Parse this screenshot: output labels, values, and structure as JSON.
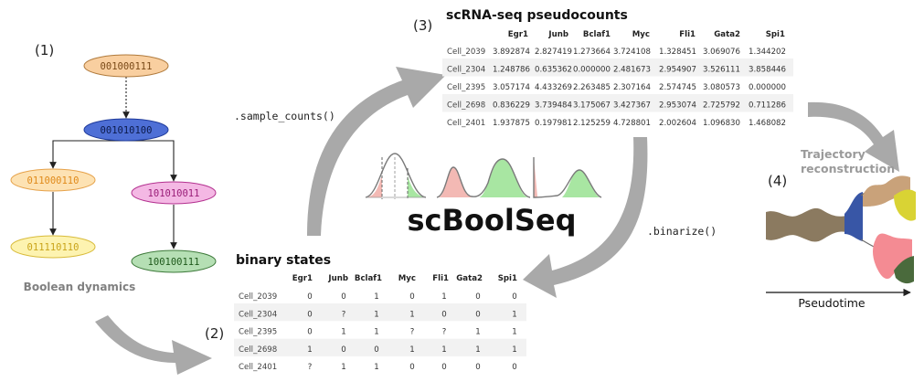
{
  "panel_labels": {
    "p1": "(1)",
    "p2": "(2)",
    "p3": "(3)",
    "p4": "(4)"
  },
  "boolean_dynamics": {
    "nodes": {
      "n0": "001000111",
      "n1": "001010100",
      "n2": "011000110",
      "n3": "101010011",
      "n4": "011110110",
      "n5": "100100111"
    },
    "caption": "Boolean dynamics"
  },
  "methods": {
    "sample_counts": ".sample_counts()",
    "binarize": ".binarize()"
  },
  "title": "scBoolSeq",
  "pseudocounts_table": {
    "title": "scRNA-seq pseudocounts",
    "columns": [
      "Egr1",
      "Junb",
      "Bclaf1",
      "Myc",
      "Fli1",
      "Gata2",
      "Spi1"
    ],
    "rows": [
      {
        "cell": "Cell_2039",
        "values": [
          "3.892874",
          "2.827419",
          "1.273664",
          "3.724108",
          "1.328451",
          "3.069076",
          "1.344202"
        ]
      },
      {
        "cell": "Cell_2304",
        "values": [
          "1.248786",
          "0.635362",
          "0.000000",
          "2.481673",
          "2.954907",
          "3.526111",
          "3.858446"
        ]
      },
      {
        "cell": "Cell_2395",
        "values": [
          "3.057174",
          "4.433269",
          "2.263485",
          "2.307164",
          "2.574745",
          "3.080573",
          "0.000000"
        ]
      },
      {
        "cell": "Cell_2698",
        "values": [
          "0.836229",
          "3.739484",
          "3.175067",
          "3.427367",
          "2.953074",
          "2.725792",
          "0.711286"
        ]
      },
      {
        "cell": "Cell_2401",
        "values": [
          "1.937875",
          "0.197981",
          "2.125259",
          "4.728801",
          "2.002604",
          "1.096830",
          "1.468082"
        ]
      }
    ]
  },
  "binary_table": {
    "title": "binary states",
    "columns": [
      "Egr1",
      "Junb",
      "Bclaf1",
      "Myc",
      "Fli1",
      "Gata2",
      "Spi1"
    ],
    "rows": [
      {
        "cell": "Cell_2039",
        "values": [
          "0",
          "0",
          "1",
          "0",
          "1",
          "0",
          "0"
        ]
      },
      {
        "cell": "Cell_2304",
        "values": [
          "0",
          "?",
          "1",
          "1",
          "0",
          "0",
          "1"
        ]
      },
      {
        "cell": "Cell_2395",
        "values": [
          "0",
          "1",
          "1",
          "?",
          "?",
          "1",
          "1"
        ]
      },
      {
        "cell": "Cell_2698",
        "values": [
          "1",
          "0",
          "0",
          "1",
          "1",
          "1",
          "1"
        ]
      },
      {
        "cell": "Cell_2401",
        "values": [
          "?",
          "1",
          "1",
          "0",
          "0",
          "0",
          "0"
        ]
      }
    ]
  },
  "trajectory": {
    "title_line1": "Trajectory",
    "title_line2": "reconstruction",
    "axis_label": "Pseudotime"
  },
  "colors": {
    "arrow": "#a9a9a9",
    "node_orange": "#f9cfa0",
    "node_blue": "#4e6fd6",
    "node_light_orange": "#fde2b3",
    "node_pink": "#f4b8e4",
    "node_yellow": "#fdf3b0",
    "node_green": "#b5dfb4",
    "traj_brown": "#8b7a60",
    "traj_blue": "#3856a6",
    "traj_tan": "#c9a27a",
    "traj_yellow": "#d9d334",
    "traj_pink": "#f48b93",
    "traj_green": "#4a6a3c",
    "dist_red": "#f3b9b4",
    "dist_green": "#a8e6a2"
  }
}
